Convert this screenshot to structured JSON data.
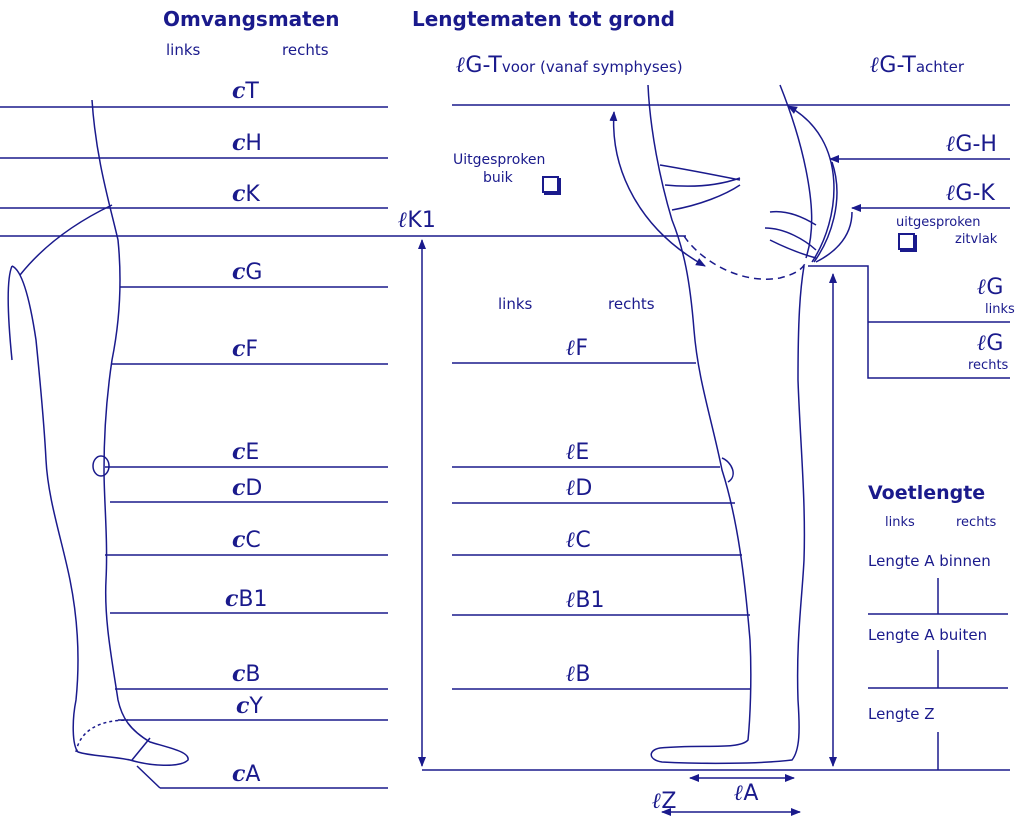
{
  "colors": {
    "ink": "#1a1a8c"
  },
  "headings": {
    "omvang": "Omvangsmaten",
    "lengte": "Lengtematen tot grond",
    "voet": "Voetlengte"
  },
  "side_labels": {
    "omvang_links": "links",
    "omvang_rechts": "rechts",
    "lengte_links": "links",
    "lengte_rechts": "rechts",
    "voet_links": "links",
    "voet_rechts": "rechts"
  },
  "circumference": {
    "prefix": "c",
    "items": [
      "T",
      "H",
      "K",
      "G",
      "F",
      "E",
      "D",
      "C",
      "B1",
      "B",
      "Y",
      "A"
    ]
  },
  "length": {
    "prefix": "ℓ",
    "k1": "K1",
    "gt_front": "G-T",
    "gt_front_note": "voor (vanaf symphyses)",
    "gt_back": "G-T",
    "gt_back_note": "achter",
    "gh": "G-H",
    "gk": "G-K",
    "g_links_main": "G",
    "g_links_sub": "links",
    "g_rechts_main": "G",
    "g_rechts_sub": "rechts",
    "items": [
      "F",
      "E",
      "D",
      "C",
      "B1",
      "B"
    ],
    "z": "Z",
    "a": "A"
  },
  "options": {
    "buik_line1": "Uitgesproken",
    "buik_line2": "buik",
    "zitvlak_line1": "uitgesproken",
    "zitvlak_line2": "zitvlak"
  },
  "foot": {
    "a_binnen": "Lengte A binnen",
    "a_buiten": "Lengte A buiten",
    "z": "Lengte Z"
  }
}
